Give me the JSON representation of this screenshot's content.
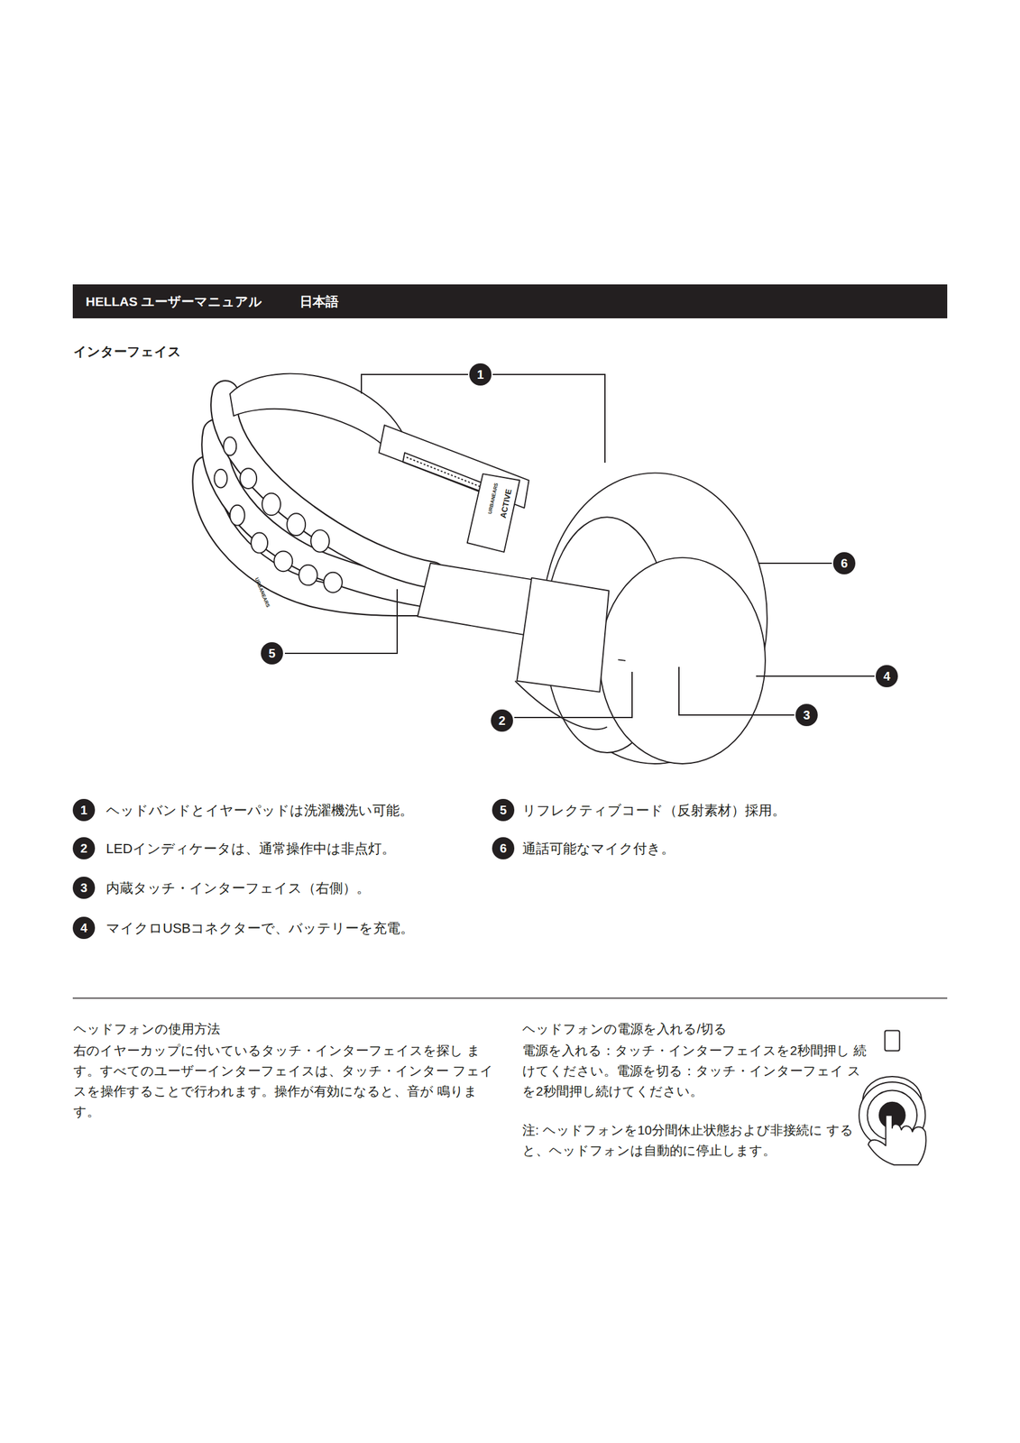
{
  "diagram": {
    "nodes": [
      {
        "text": [
          "HELLAS ユーザーマニュアル",
          "日本語"
        ]
      }
    ],
    "labels": [
      "インターフェイス",
      "1",
      "6",
      "5",
      "4",
      "3",
      "2",
      "URBANEARS",
      "ACTIVE",
      "URBANEARS",
      "1",
      "ヘッドバンドとイヤーパッドは洗濯機洗い可能。",
      "5",
      "リフレクティブコード（反射素材）採用。",
      "2",
      "LEDインディケータは、通常操作中は非点灯。",
      "6",
      "通話可能なマイク付き。",
      "3",
      "内蔵タッチ・インターフェイス（右側）。",
      "4",
      "マイクロUSBコネクターで、バッテリーを充電。",
      "ヘッドフォンの使用方法",
      "右のイヤーカップに付いているタッチ・インターフェイスを探し ます。すべてのユーザーインターフェイスは、タッチ・インター フェイスを操作することで行われます。操作が有効になると、音が 鳴ります。",
      "ヘッドフォンの電源を入れる/切る",
      "電源を入れる：タッチ・インターフェイスを2秒間押し 続けてください。電源を切る：タッチ・インターフェイ スを2秒間押し続けてください。",
      "注: ヘッドフォンを10分間休止状態および非接続に すると、ヘッドフォンは自動的に停止します。"
    ]
  }
}
